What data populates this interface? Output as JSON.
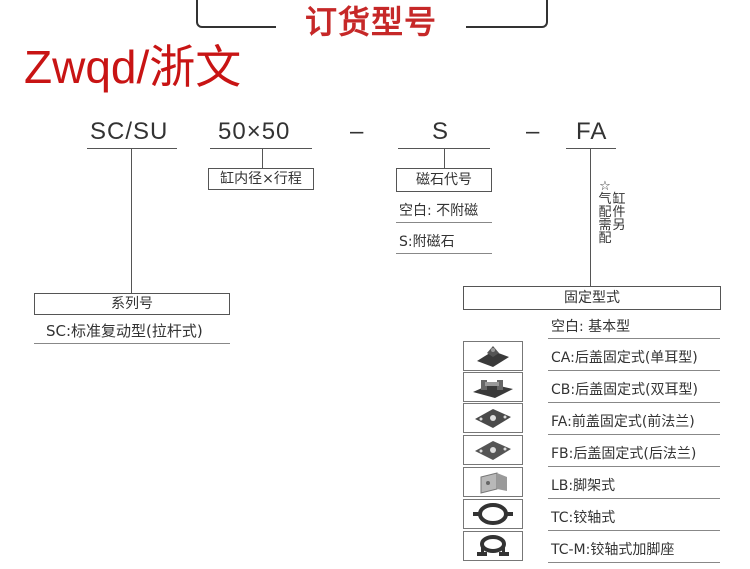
{
  "header": {
    "title": "订货型号"
  },
  "brand": {
    "text": "Zwqd/浙文"
  },
  "code": {
    "series": "SC/SU",
    "size": "50×50",
    "dash1": "–",
    "magnet": "S",
    "dash2": "–",
    "mount": "FA"
  },
  "size_box": {
    "label": "缸内径×行程"
  },
  "magnet_box": {
    "label": "磁石代号",
    "options": [
      "空白: 不附磁",
      "S:附磁石"
    ]
  },
  "note": {
    "col1": "☆气配需配",
    "col2": "缸件另"
  },
  "series_box": {
    "label": "系列号",
    "value": "SC:标准复动型(拉杆式)"
  },
  "mount_box": {
    "label": "固定型式",
    "rows": [
      {
        "icon": "",
        "text": "空白: 基本型"
      },
      {
        "icon": "rear-single-ear-icon",
        "text": "CA:后盖固定式(单耳型)"
      },
      {
        "icon": "rear-double-ear-icon",
        "text": "CB:后盖固定式(双耳型)"
      },
      {
        "icon": "front-flange-icon",
        "text": "FA:前盖固定式(前法兰)"
      },
      {
        "icon": "rear-flange-icon",
        "text": "FB:后盖固定式(后法兰)"
      },
      {
        "icon": "foot-bracket-icon",
        "text": "LB:脚架式"
      },
      {
        "icon": "trunnion-icon",
        "text": "TC:铰轴式"
      },
      {
        "icon": "trunnion-foot-icon",
        "text": "TC-M:铰轴式加脚座"
      }
    ]
  },
  "colors": {
    "title": "#c62828",
    "brand": "#c81414",
    "text": "#333333"
  }
}
